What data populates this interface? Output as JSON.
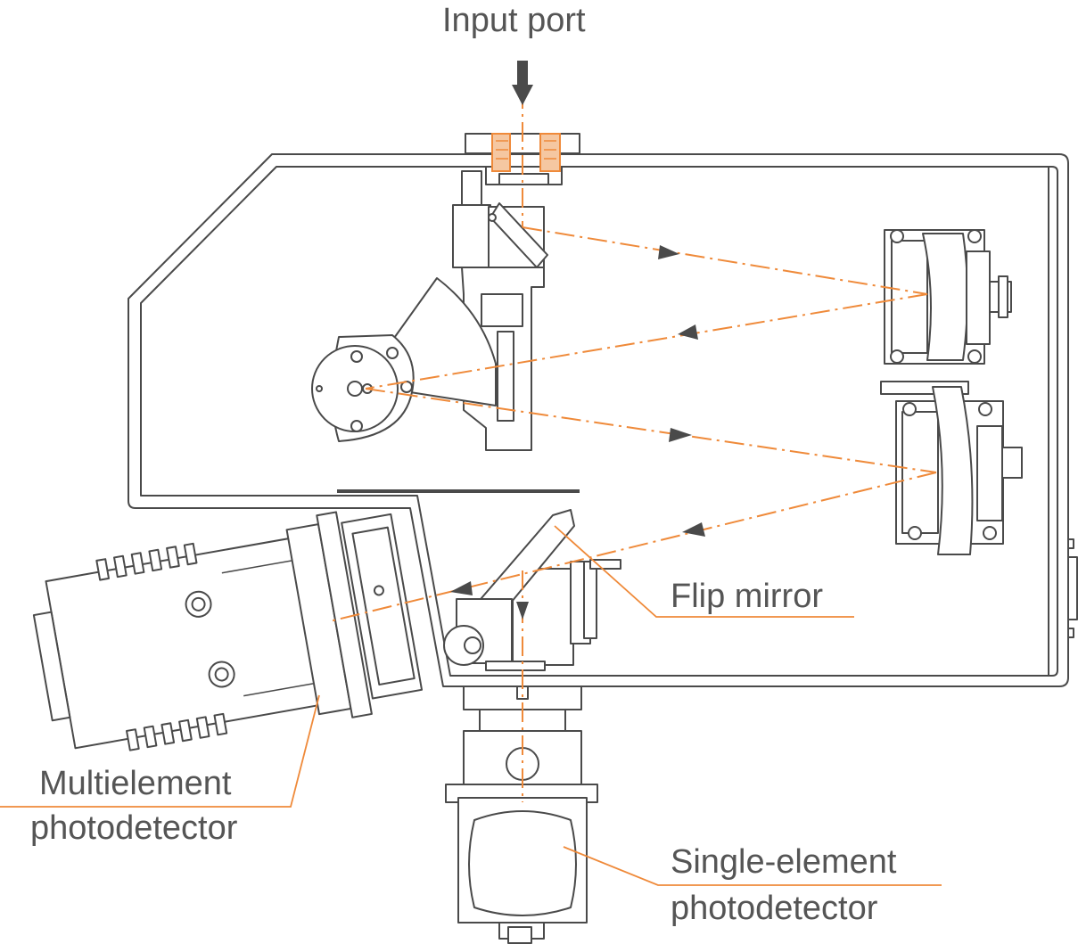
{
  "labels": {
    "input_port": "Input port",
    "flip_mirror": "Flip mirror",
    "multielement_line1": "Multielement",
    "multielement_line2": "photodetector",
    "single_line1": "Single-element",
    "single_line2": "photodetector"
  },
  "colors": {
    "beam": "#ef8a3a",
    "outline": "#4a4a4a",
    "text": "#555555",
    "background": "#ffffff"
  }
}
